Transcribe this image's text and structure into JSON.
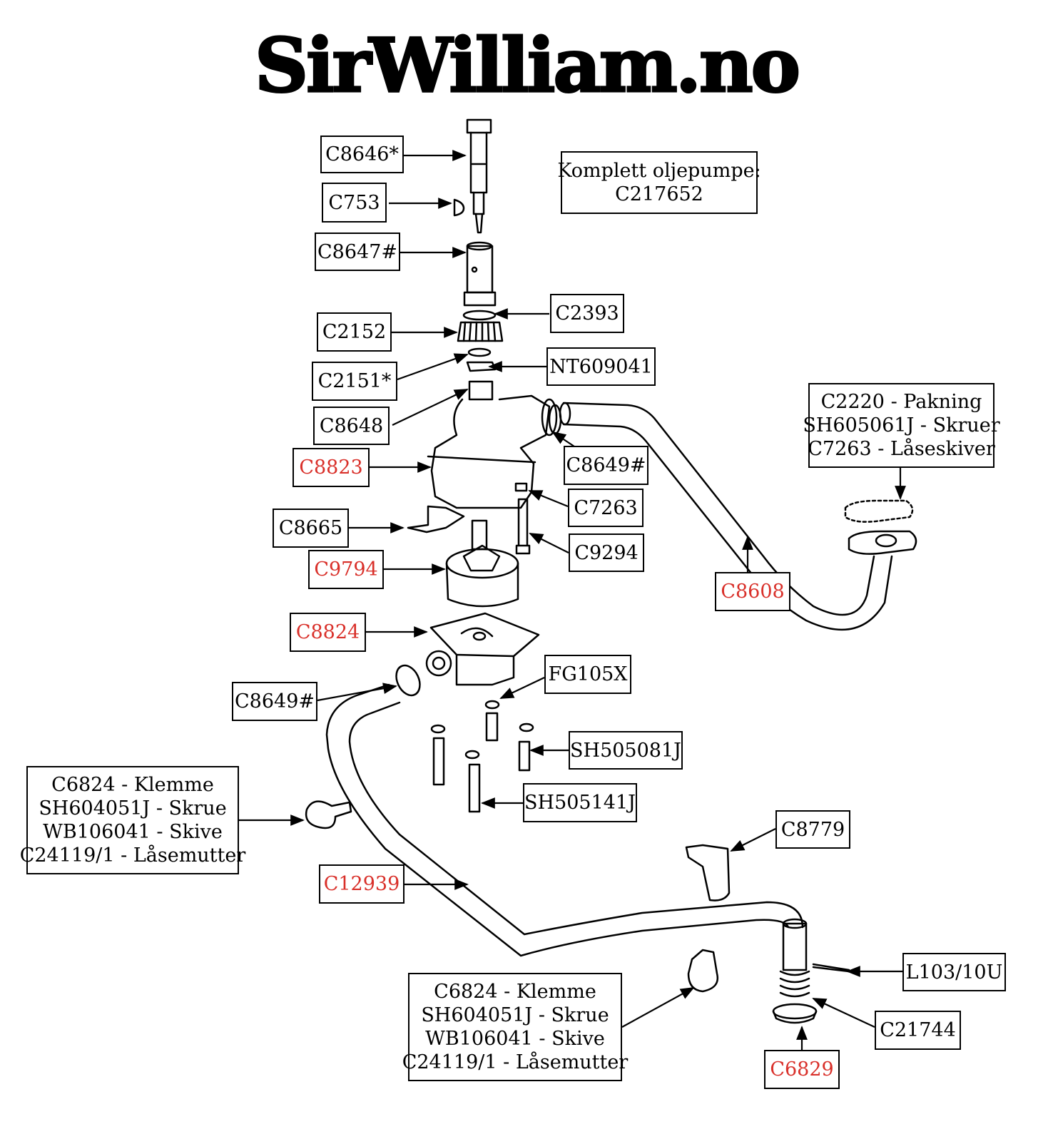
{
  "brand": "SirWilliam.no",
  "colors": {
    "highlight_part": "#d9302a",
    "ink": "#000000"
  },
  "parts": {
    "c8646": "C8646*",
    "c753": "C753",
    "c8647": "C8647#",
    "c2393": "C2393",
    "c2152": "C2152",
    "nt609041": "NT609041",
    "c2151": "C2151*",
    "c8648": "C8648",
    "c8823": "C8823",
    "c8649_top": "C8649#",
    "c7263": "C7263",
    "c8665": "C8665",
    "c9294": "C9294",
    "c9794": "C9794",
    "c8608": "C8608",
    "c8824": "C8824",
    "fg105x": "FG105X",
    "c8649_bottom": "C8649#",
    "sh505081j": "SH505081J",
    "sh505141j": "SH505141J",
    "c8779": "C8779",
    "c12939": "C12939",
    "l103": "L103/10U",
    "c21744": "C21744",
    "c6829": "C6829"
  },
  "complete_pump": {
    "line1": "Komplett oljepumpe:",
    "line2": "C217652"
  },
  "gasket_group": {
    "line1": "C2220 - Pakning",
    "line2": "SH605061J - Skruer",
    "line3": "C7263 - Låseskiver"
  },
  "clamp_group_left": {
    "line1": "C6824 - Klemme",
    "line2": "SH604051J - Skrue",
    "line3": "WB106041 - Skive",
    "line4": "C24119/1 - Låsemutter"
  },
  "clamp_group_bottom": {
    "line1": "C6824 - Klemme",
    "line2": "SH604051J - Skrue",
    "line3": "WB106041 - Skive",
    "line4": "C24119/1 - Låsemutter"
  }
}
